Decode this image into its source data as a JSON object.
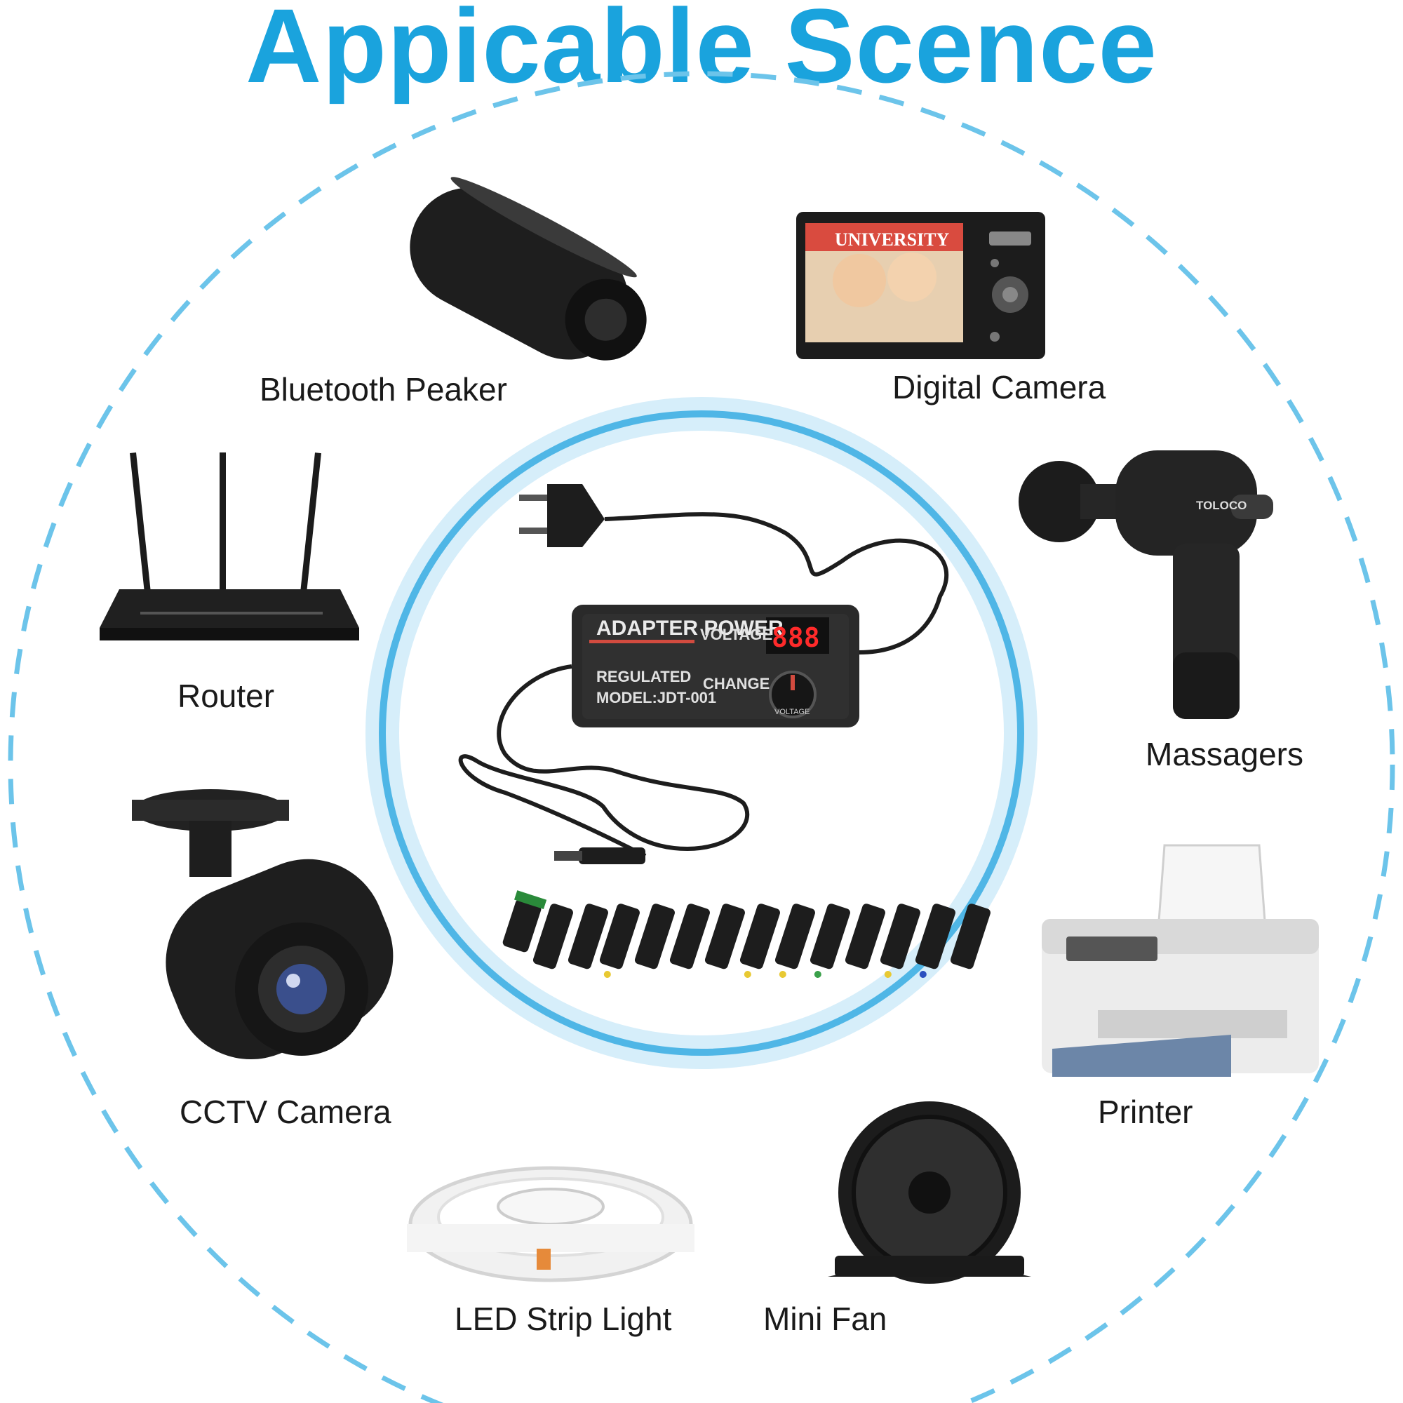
{
  "title": "Appicable Scence",
  "colors": {
    "accent": "#1aa3dd",
    "ring": "#6cc4ea",
    "device": "#222222"
  },
  "devices": [
    {
      "label": "Bluetooth Peaker",
      "icon": "bluetooth-speaker-icon"
    },
    {
      "label": "Digital Camera",
      "icon": "digital-camera-icon"
    },
    {
      "label": "Router",
      "icon": "router-icon"
    },
    {
      "label": "Massagers",
      "icon": "massage-gun-icon"
    },
    {
      "label": "CCTV Camera",
      "icon": "cctv-camera-icon"
    },
    {
      "label": "Printer",
      "icon": "printer-icon"
    },
    {
      "label": "LED Strip Light",
      "icon": "led-strip-icon"
    },
    {
      "label": "Mini Fan",
      "icon": "mini-fan-icon"
    }
  ],
  "adapter": {
    "brand": "ADAPTER POWER",
    "regulated": "REGULATED",
    "model": "MODEL:JDT-001",
    "voltage": "VOLTAGE",
    "change": "CHANGE",
    "display": "888",
    "knob": "VOLTAGE"
  },
  "camera_logo": "TOLOCO",
  "camera_screen_text": "UNIVERSITY"
}
